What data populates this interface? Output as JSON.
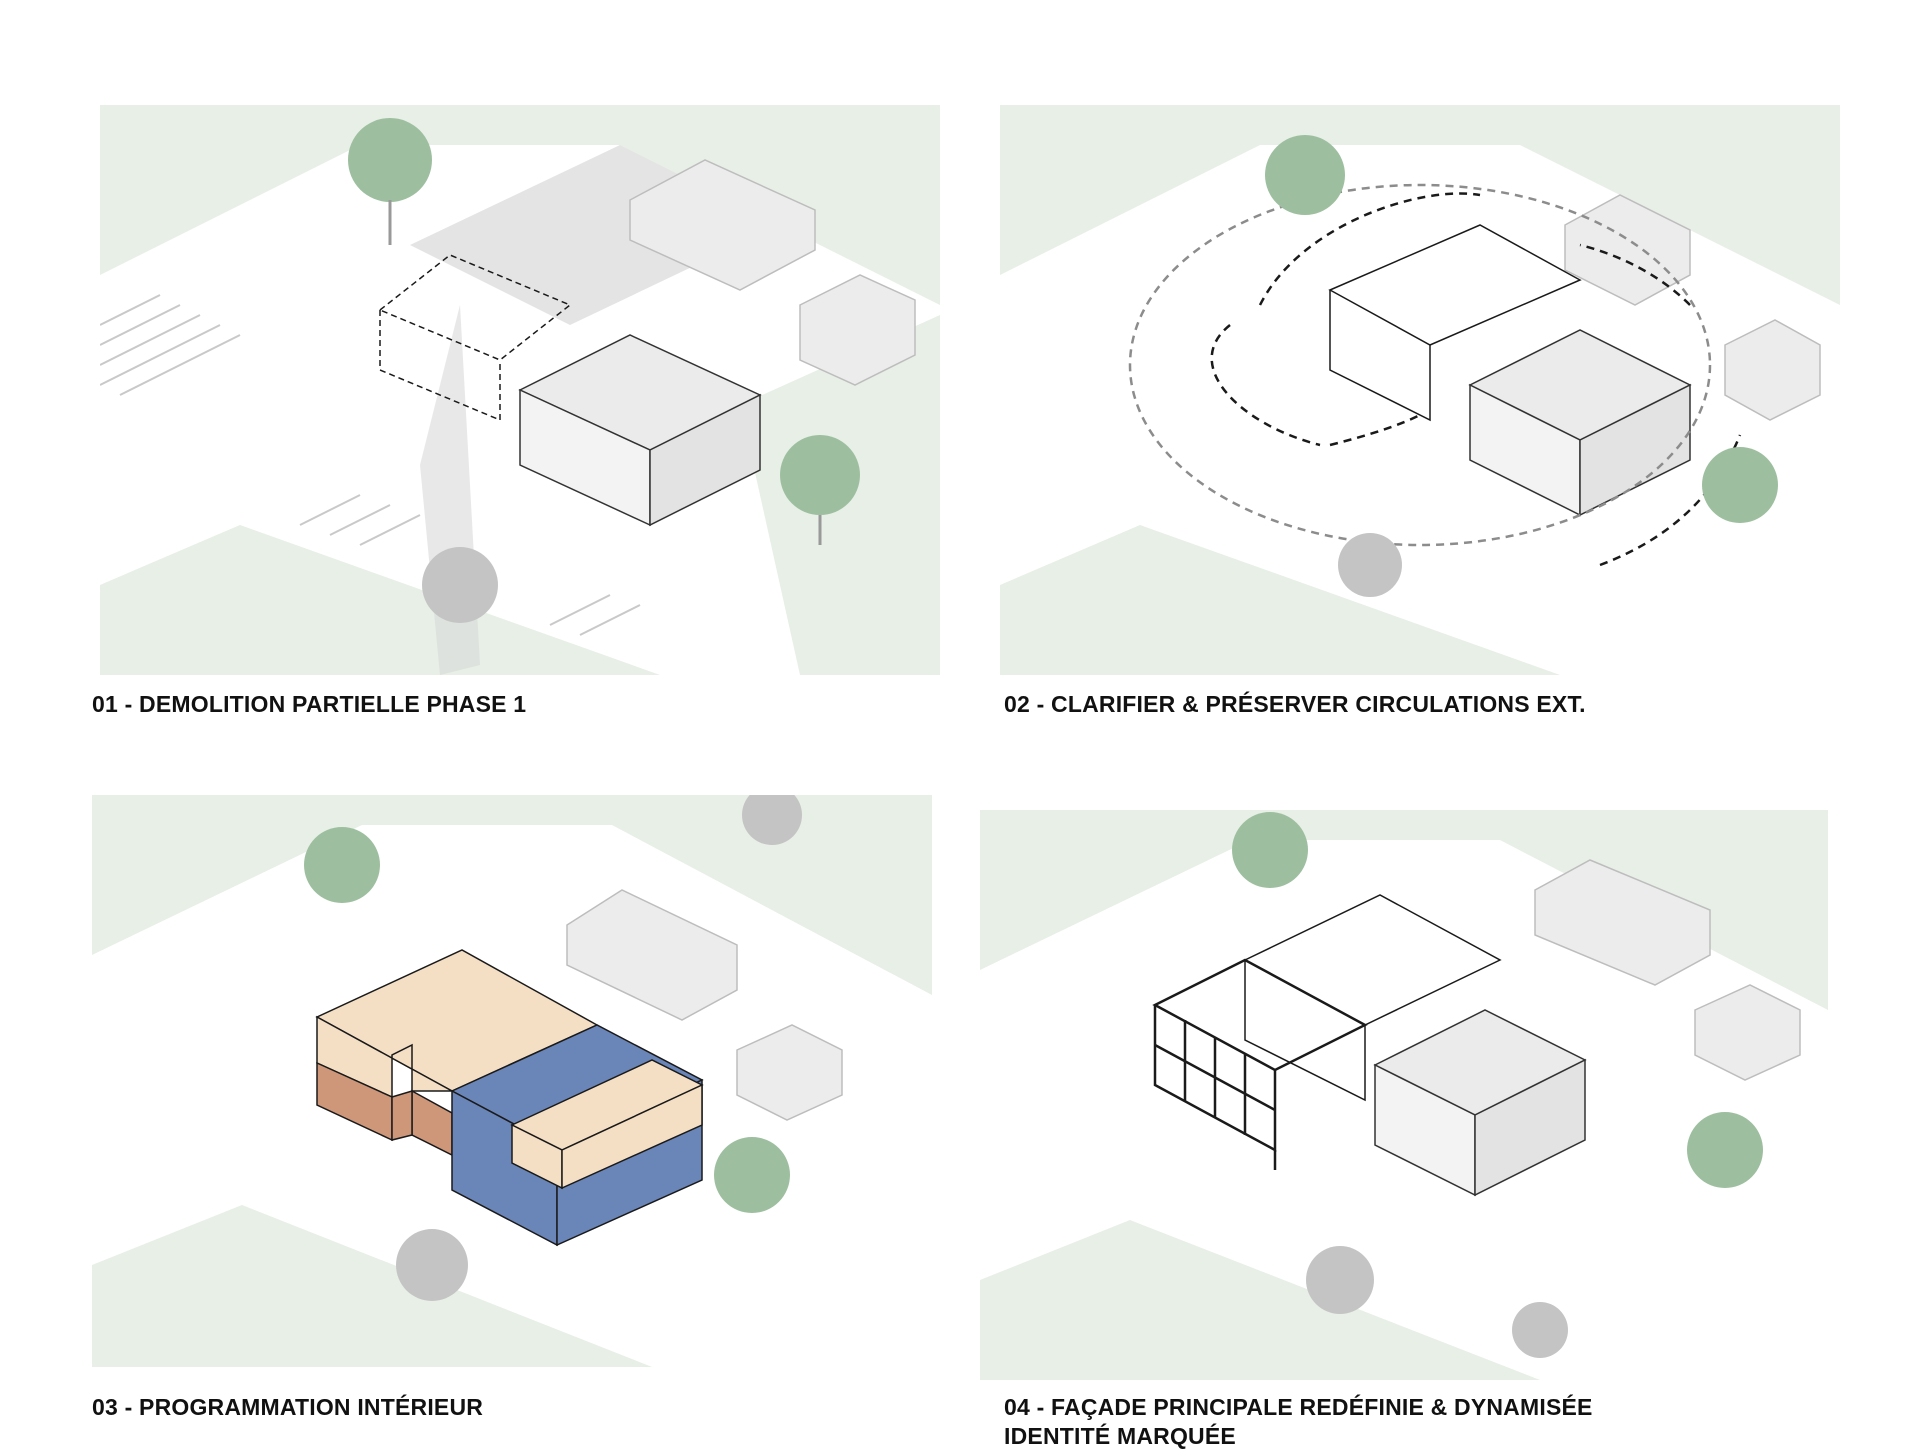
{
  "colors": {
    "ground_green": "#e7efe6",
    "ground_white": "#ffffff",
    "ghost_building": "#ececec",
    "ghost_stroke": "#bdbdbd",
    "tree_green": "#9dbf9f",
    "shadow": "#cfcfcf",
    "program_light": "#f5dfc4",
    "program_dark": "#cf977a",
    "program_blue": "#6a85b8",
    "line_dark": "#1a1a1a",
    "circulation_gray": "#8c8c8c",
    "caption_text": "#111111"
  },
  "panels": [
    {
      "id": "01",
      "caption": "01 - DEMOLITION PARTIELLE PHASE 1",
      "view": "Isometric site: partial demolition of the existing gable-roofed wing (dashed outline) beside the retained two-storey building"
    },
    {
      "id": "02",
      "caption": "02 - CLARIFIER & PRÉSERVER CIRCULATIONS EXT.",
      "view": "Isometric site with dashed arrows showing exterior circulation loops around the new volume and existing building"
    },
    {
      "id": "03",
      "caption": "03 - PROGRAMMATION INTÉRIEUR",
      "view": "Isometric program massing: beige and terracotta volumes with blue volume on existing building",
      "legend_colors": [
        "#f5dfc4",
        "#cf977a",
        "#6a85b8"
      ]
    },
    {
      "id": "04",
      "caption_lines": [
        "04 - FAÇADE PRINCIPALE REDÉFINIE & DYNAMISÉE",
        "IDENTITÉ MARQUÉE"
      ],
      "view": "Isometric site: new glazed main façade structure added to front of the building"
    }
  ]
}
